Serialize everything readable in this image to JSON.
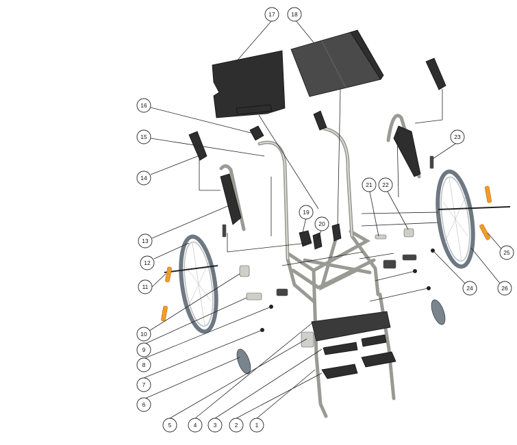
{
  "callouts": [
    "1",
    "2",
    "3",
    "4",
    "5",
    "6",
    "7",
    "8",
    "9",
    "10",
    "11",
    "12",
    "13",
    "14",
    "15",
    "16",
    "17",
    "18",
    "19",
    "20",
    "21",
    "22",
    "23",
    "24",
    "25",
    "26"
  ],
  "colors": {
    "frame": "#9a9a94",
    "upholstery": "#2e2e2e",
    "tyre": "#6e7882",
    "reflector": "#f29b2a"
  }
}
